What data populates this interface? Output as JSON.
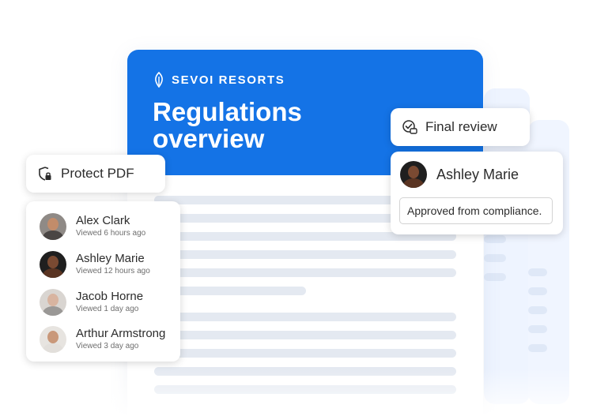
{
  "document": {
    "brand": "SEVOI RESORTS",
    "title": "Regulations overview",
    "accent_color": "#1473e6"
  },
  "actions": {
    "protect_pdf": {
      "label": "Protect PDF",
      "icon": "shield-lock-icon"
    },
    "final_review": {
      "label": "Final review",
      "icon": "check-comment-icon"
    }
  },
  "comment": {
    "author": "Ashley Marie",
    "message": "Approved from compliance."
  },
  "viewers": [
    {
      "name": "Alex Clark",
      "viewed": "Viewed 6 hours ago"
    },
    {
      "name": "Ashley Marie",
      "viewed": "Viewed 12 hours ago"
    },
    {
      "name": "Jacob Horne",
      "viewed": "Viewed 1 day ago"
    },
    {
      "name": "Arthur Armstrong",
      "viewed": "Viewed 3 day ago"
    }
  ]
}
